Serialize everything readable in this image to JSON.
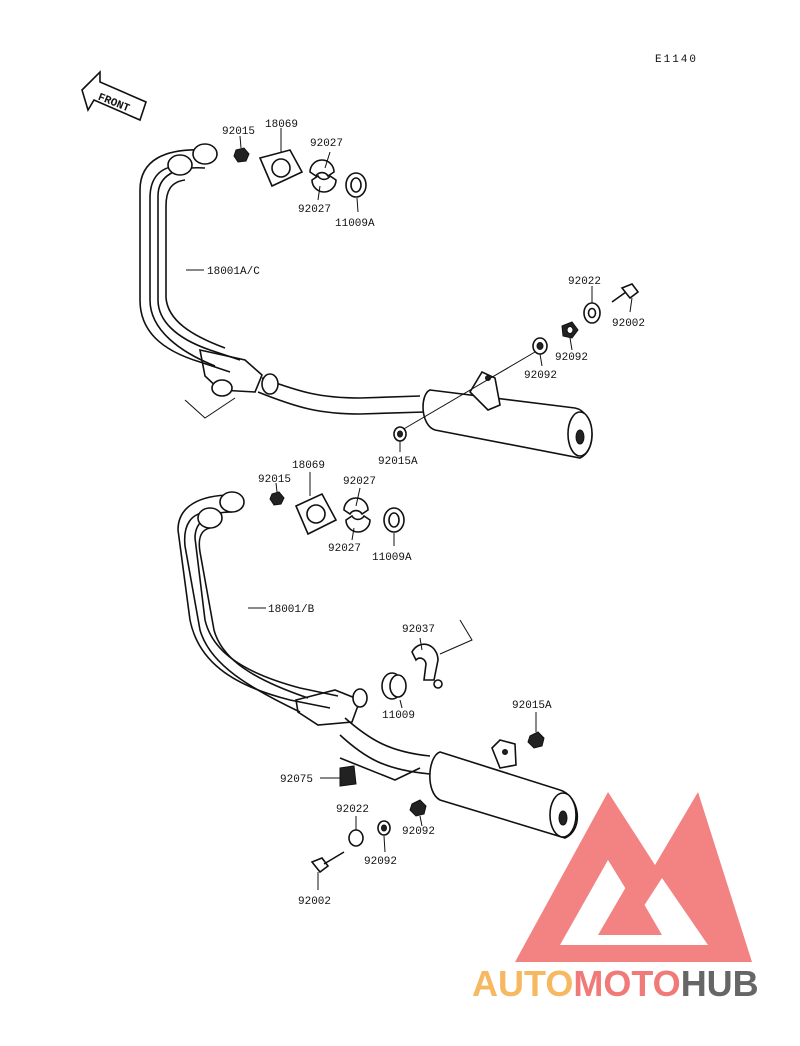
{
  "diagram_code": "E1140",
  "front_label": "FRONT",
  "watermark": {
    "part1": "AUTO",
    "part2": "MOTO",
    "part3": "HUB",
    "color1": "#f6b860",
    "color2": "#f07a78",
    "color3": "#666666",
    "logo_color": "#f05a5a"
  },
  "upper_assembly": {
    "labels": {
      "nut_top": "92015",
      "gasket_flange": "18069",
      "collar_top": "92027",
      "collar_bottom": "92027",
      "gasket_ring": "11009A",
      "pipe": "18001A/C",
      "washer": "92022",
      "bolt": "92002",
      "bush_upper": "92092",
      "bush_lower": "92092",
      "nut_muffler": "92015A"
    }
  },
  "lower_assembly": {
    "labels": {
      "nut_top": "92015",
      "gasket_flange": "18069",
      "collar_top": "92027",
      "collar_bottom": "92027",
      "gasket_ring": "11009A",
      "pipe": "18001/B",
      "clamp": "92037",
      "gasket": "11009",
      "nut_muffler": "92015A",
      "damper": "92075",
      "washer": "92022",
      "bush_mid": "92092",
      "bush_low": "92092",
      "bolt": "92002"
    }
  }
}
